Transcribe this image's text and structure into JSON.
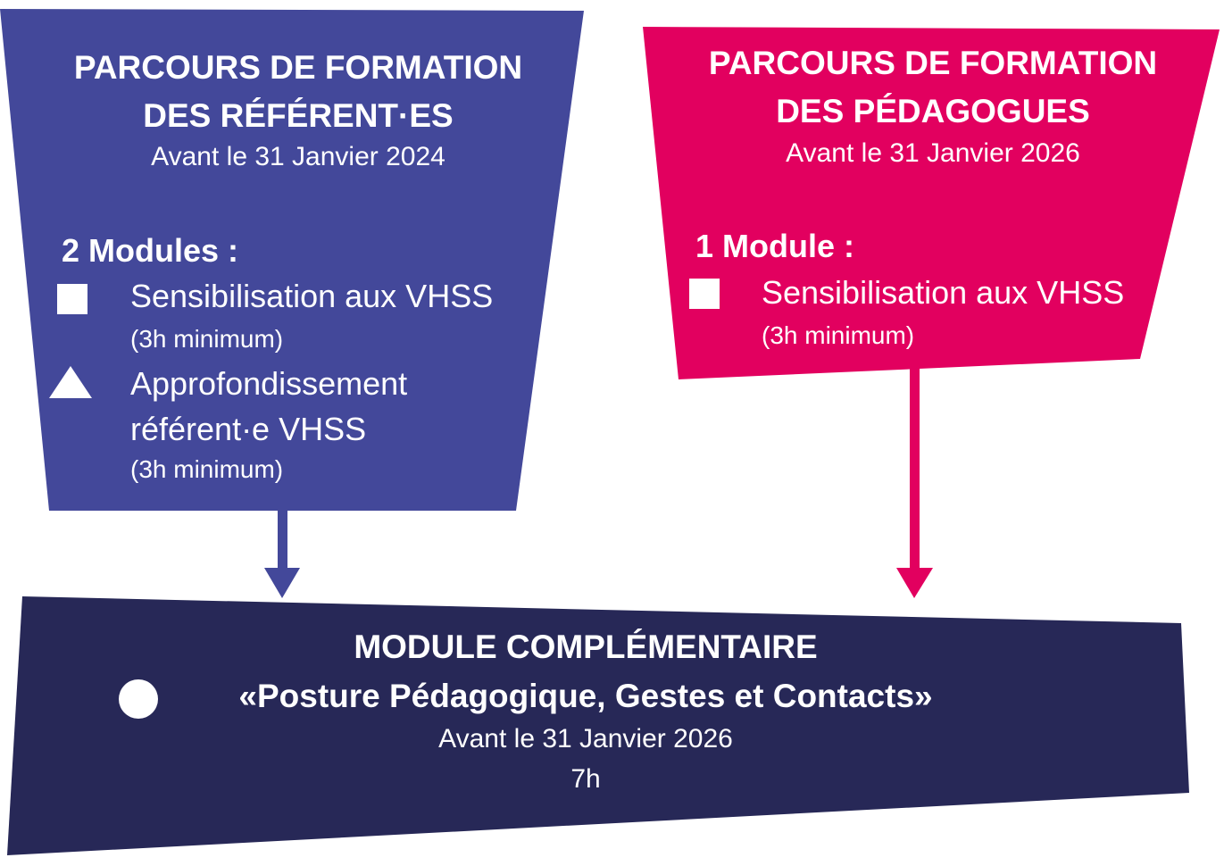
{
  "colors": {
    "referents": "#43489a",
    "pedagogues": "#e2005f",
    "complementaire": "#272857",
    "text": "#ffffff"
  },
  "referents": {
    "title_line1": "PARCOURS DE FORMATION",
    "title_line2": "DES RÉFÉRENT·ES",
    "deadline": "Avant le 31 Janvier 2024",
    "modules_heading": "2 Modules :",
    "modules": [
      {
        "icon": "square-icon",
        "line1": "Sensibilisation aux VHSS",
        "duration": "(3h minimum)"
      },
      {
        "icon": "triangle-icon",
        "line1": "Approfondissement",
        "line2": "référent·e VHSS",
        "duration": "(3h minimum)"
      }
    ]
  },
  "pedagogues": {
    "title_line1": "PARCOURS DE FORMATION",
    "title_line2": "DES PÉDAGOGUES",
    "deadline": "Avant le 31 Janvier 2026",
    "modules_heading": "1 Module :",
    "modules": [
      {
        "icon": "square-icon",
        "line1": "Sensibilisation aux VHSS",
        "duration": "(3h minimum)"
      }
    ]
  },
  "complementaire": {
    "title": "MODULE COMPLÉMENTAIRE",
    "icon": "circle-icon",
    "subtitle": "«Posture Pédagogique, Gestes et Contacts»",
    "deadline": "Avant le 31 Janvier 2026",
    "duration": "7h"
  }
}
